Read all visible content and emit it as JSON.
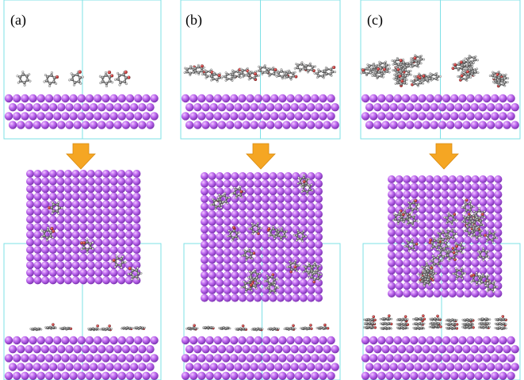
{
  "figure": {
    "panels": [
      {
        "id": "a",
        "label": "(a)"
      },
      {
        "id": "b",
        "label": "(b)"
      },
      {
        "id": "c",
        "label": "(c)"
      }
    ],
    "colors": {
      "substrate_atom": "#b45ae8",
      "substrate_atom_highlight": "#e0a6ff",
      "substrate_atom_shadow": "#7a2fb0",
      "cell_boundary": "#7ee0e6",
      "arrow": "#f5a623",
      "carbon": "#7a7a7a",
      "oxygen": "#d62020",
      "hydrogen": "#f2f2f2"
    },
    "icons": {
      "arrow": "down-arrow-icon",
      "atom": "sphere"
    }
  }
}
